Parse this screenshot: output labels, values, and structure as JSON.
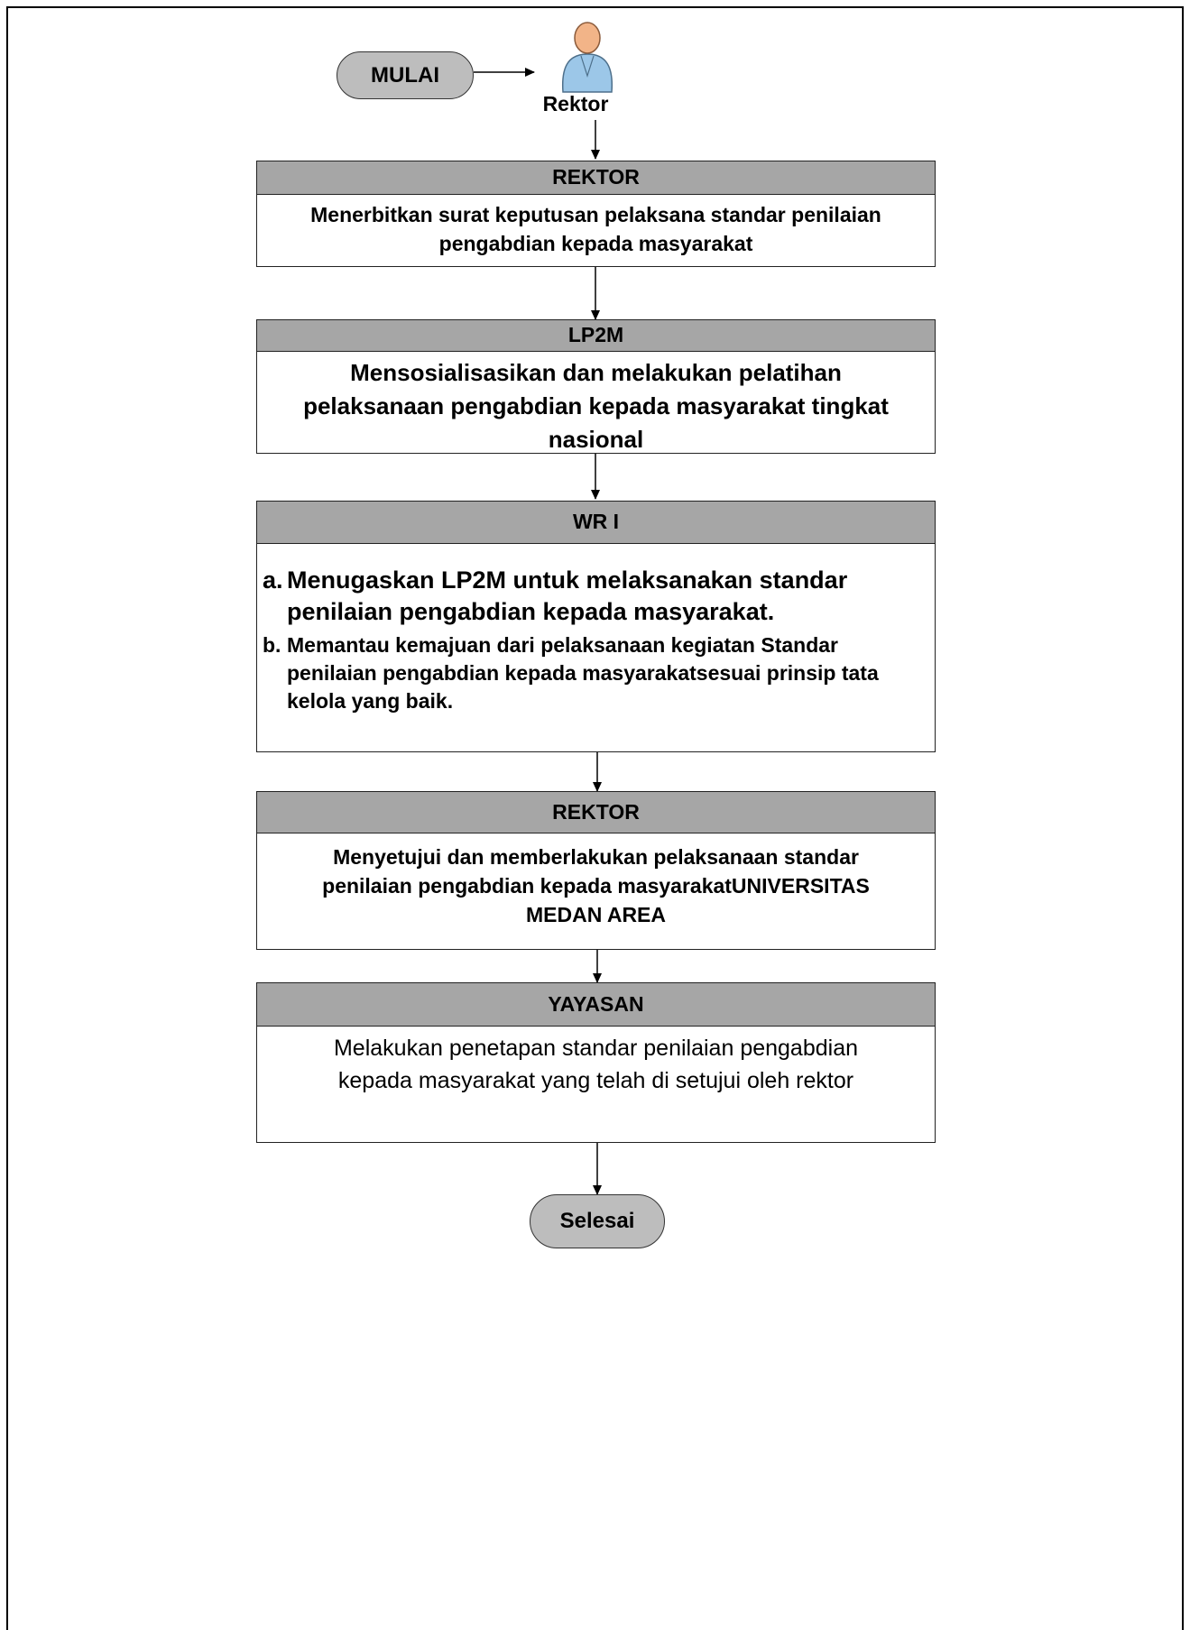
{
  "start_label": "MULAI",
  "actor_label": "Rektor",
  "steps": [
    {
      "header": "REKTOR",
      "text": "Menerbitkan surat keputusan pelaksana standar penilaian pengabdian kepada masyarakat"
    },
    {
      "header": "LP2M",
      "text": "Mensosialisasikan dan melakukan pelatihan pelaksanaan pengabdian kepada masyarakat tingkat nasional"
    },
    {
      "header": "WR I",
      "items": [
        {
          "marker": "a.",
          "text": "Menugaskan LP2M untuk melaksanakan standar penilaian pengabdian kepada masyarakat."
        },
        {
          "marker": "b.",
          "text": "Memantau kemajuan dari pelaksanaan kegiatan Standar penilaian pengabdian kepada masyarakatsesuai prinsip tata kelola yang baik."
        }
      ]
    },
    {
      "header": "REKTOR",
      "text": "Menyetujui dan memberlakukan pelaksanaan standar penilaian pengabdian kepada masyarakatUNIVERSITAS MEDAN AREA"
    },
    {
      "header": "YAYASAN",
      "text": "Melakukan penetapan standar penilaian pengabdian kepada masyarakat yang telah di setujui oleh rektor"
    }
  ],
  "end_label": "Selesai",
  "colors": {
    "header_fill": "#a6a6a6",
    "terminal_fill": "#bdbdbd",
    "person_body": "#9cc7e8",
    "person_head": "#f2b488"
  }
}
